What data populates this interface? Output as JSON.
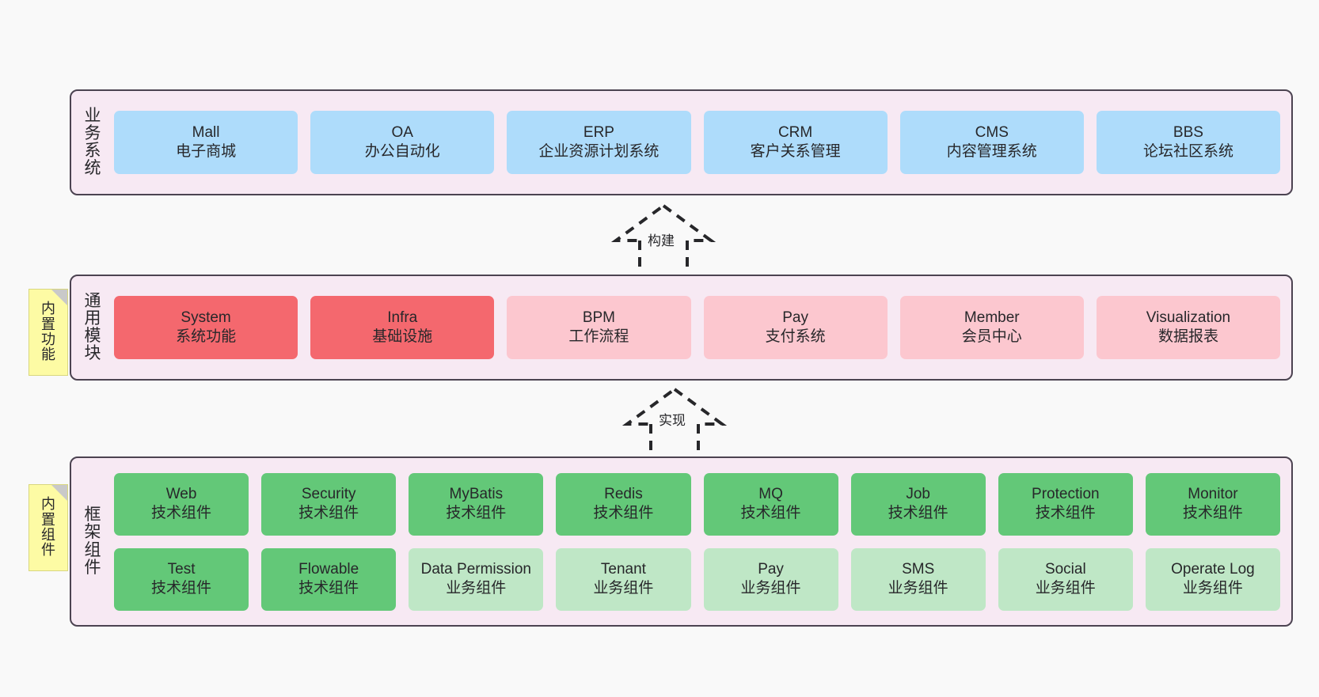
{
  "diagram": {
    "background": "#f9f9f9",
    "colors": {
      "container_bg": "#f7e9f3",
      "container_border": "#4c4351",
      "blue": "#aedcfb",
      "red": "#f4686e",
      "pink": "#fcc7cf",
      "green": "#63c878",
      "light_green": "#bfe7c6",
      "note_yellow": "#fdfba4"
    }
  },
  "layers": {
    "business": {
      "title": "业务系统",
      "cards": [
        {
          "name": "Mall",
          "desc": "电子商城",
          "color": "blue"
        },
        {
          "name": "OA",
          "desc": "办公自动化",
          "color": "blue"
        },
        {
          "name": "ERP",
          "desc": "企业资源计划系统",
          "color": "blue"
        },
        {
          "name": "CRM",
          "desc": "客户关系管理",
          "color": "blue"
        },
        {
          "name": "CMS",
          "desc": "内容管理系统",
          "color": "blue"
        },
        {
          "name": "BBS",
          "desc": "论坛社区系统",
          "color": "blue"
        }
      ]
    },
    "common": {
      "title": "通用模块",
      "note": "内置功能",
      "cards": [
        {
          "name": "System",
          "desc": "系统功能",
          "color": "red"
        },
        {
          "name": "Infra",
          "desc": "基础设施",
          "color": "red"
        },
        {
          "name": "BPM",
          "desc": "工作流程",
          "color": "pink"
        },
        {
          "name": "Pay",
          "desc": "支付系统",
          "color": "pink"
        },
        {
          "name": "Member",
          "desc": "会员中心",
          "color": "pink"
        },
        {
          "name": "Visualization",
          "desc": "数据报表",
          "color": "pink"
        }
      ]
    },
    "framework": {
      "title": "框架组件",
      "note": "内置组件",
      "row1": [
        {
          "name": "Web",
          "desc": "技术组件",
          "color": "green"
        },
        {
          "name": "Security",
          "desc": "技术组件",
          "color": "green"
        },
        {
          "name": "MyBatis",
          "desc": "技术组件",
          "color": "green"
        },
        {
          "name": "Redis",
          "desc": "技术组件",
          "color": "green"
        },
        {
          "name": "MQ",
          "desc": "技术组件",
          "color": "green"
        },
        {
          "name": "Job",
          "desc": "技术组件",
          "color": "green"
        },
        {
          "name": "Protection",
          "desc": "技术组件",
          "color": "green"
        },
        {
          "name": "Monitor",
          "desc": "技术组件",
          "color": "green"
        }
      ],
      "row2": [
        {
          "name": "Test",
          "desc": "技术组件",
          "color": "green"
        },
        {
          "name": "Flowable",
          "desc": "技术组件",
          "color": "green"
        },
        {
          "name": "Data Permission",
          "desc": "业务组件",
          "color": "light_green"
        },
        {
          "name": "Tenant",
          "desc": "业务组件",
          "color": "light_green"
        },
        {
          "name": "Pay",
          "desc": "业务组件",
          "color": "light_green"
        },
        {
          "name": "SMS",
          "desc": "业务组件",
          "color": "light_green"
        },
        {
          "name": "Social",
          "desc": "业务组件",
          "color": "light_green"
        },
        {
          "name": "Operate Log",
          "desc": "业务组件",
          "color": "light_green"
        }
      ]
    }
  },
  "arrows": [
    {
      "id": "build",
      "label": "构建",
      "style": "dashed-hollow-triangle",
      "direction": "up"
    },
    {
      "id": "realize",
      "label": "实现",
      "style": "dashed-hollow-triangle",
      "direction": "up"
    }
  ]
}
